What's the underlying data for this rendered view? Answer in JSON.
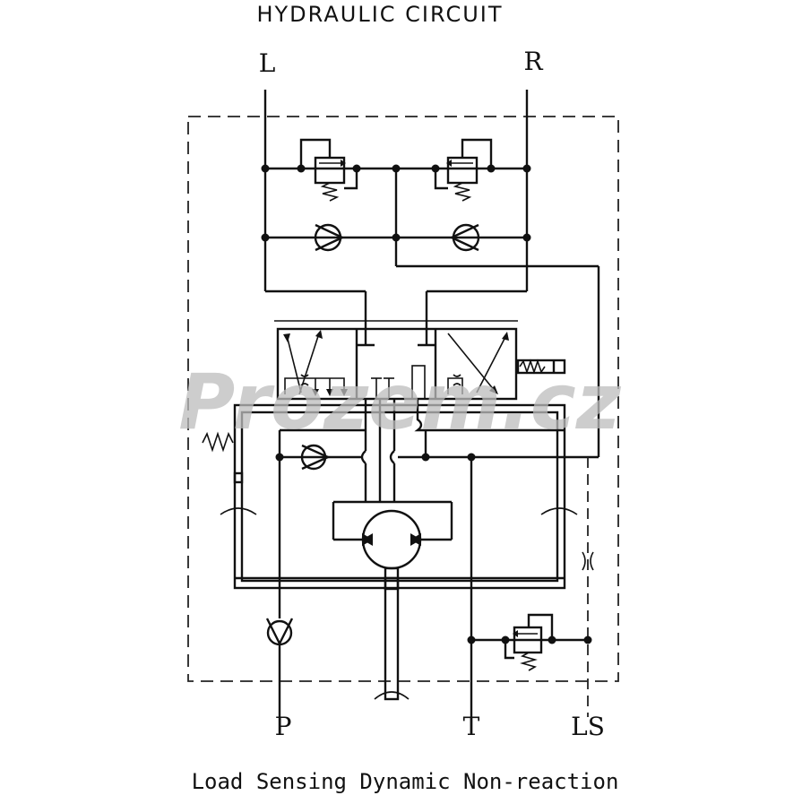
{
  "diagram": {
    "title": "HYDRAULIC CIRCUIT",
    "caption": "Load Sensing Dynamic Non-reaction",
    "ports": {
      "left": "L",
      "right": "R",
      "pressure": "P",
      "tank": "T",
      "load_sense": "LS"
    },
    "watermark": "Prozem.cz",
    "colors": {
      "line": "#111111",
      "watermark": "#bdbdbd",
      "background": "#ffffff"
    }
  }
}
